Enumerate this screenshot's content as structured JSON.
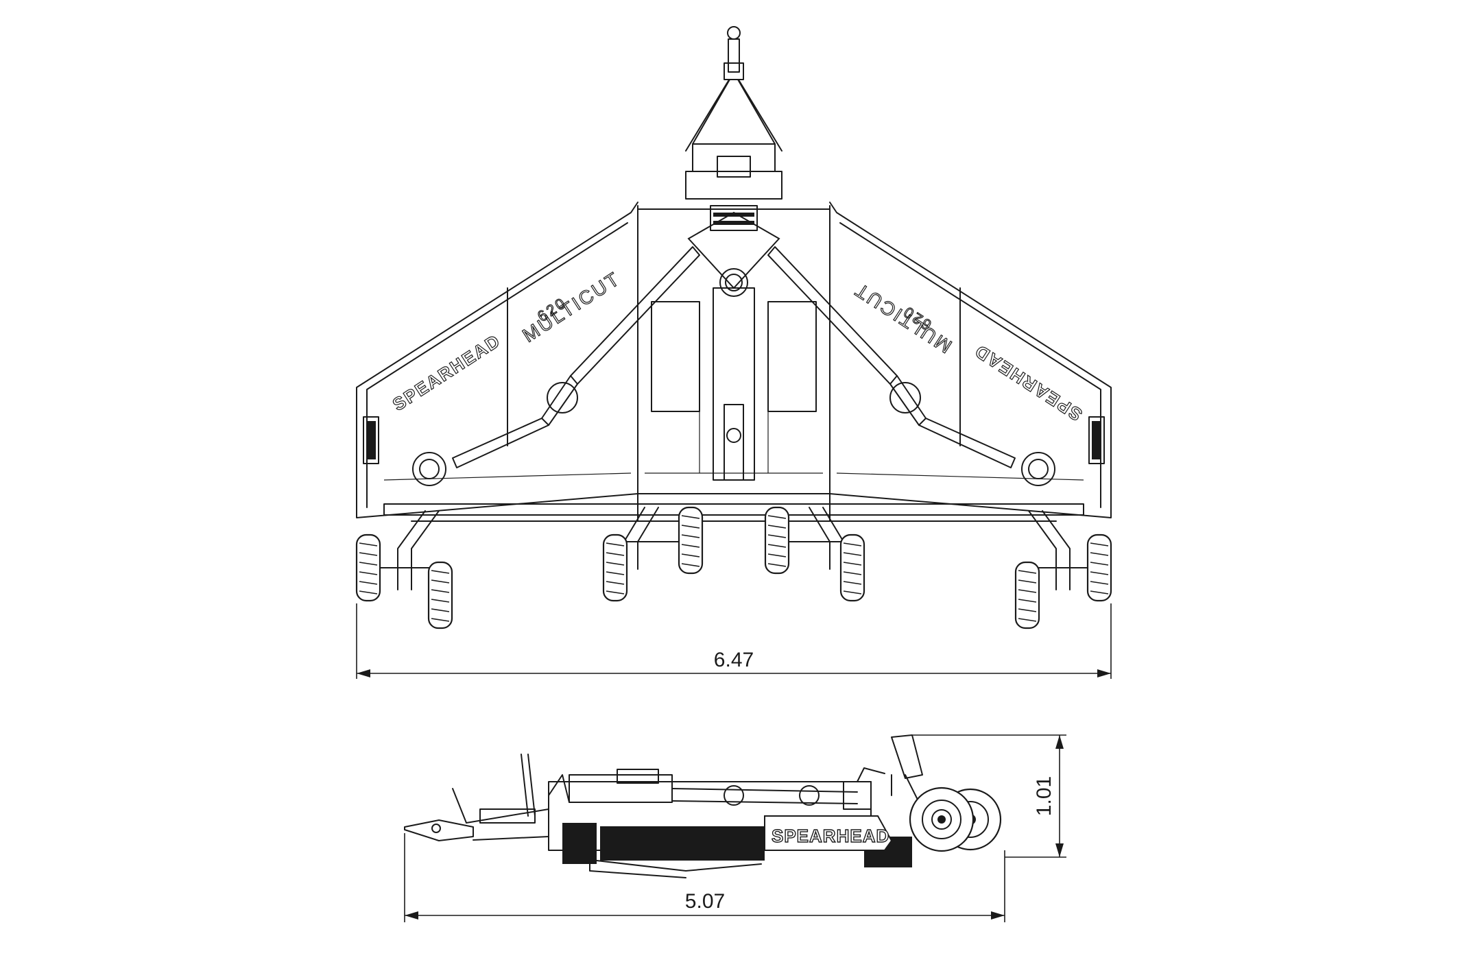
{
  "top_view": {
    "width_label": "6.47",
    "left_wing_brand": "SPEARHEAD",
    "right_wing_brand": "SPEARHEAD",
    "left_wing_model": "MULTICUT",
    "left_wing_model_number": "620",
    "right_wing_model": "MULTICUT",
    "right_wing_model_number": "620"
  },
  "side_view": {
    "length_label": "5.07",
    "height_label": "1.01",
    "brand": "SPEARHEAD"
  }
}
